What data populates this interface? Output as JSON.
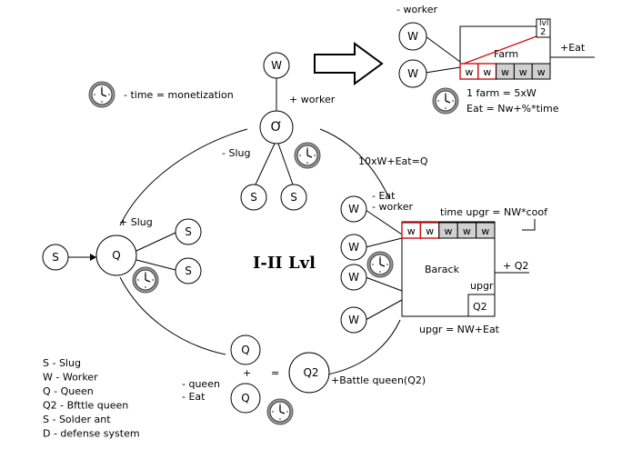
{
  "nodes": {
    "w": "W",
    "q": "Q",
    "s": "S",
    "q2": "Q2",
    "queen_symbol": "Ơ"
  },
  "farm": {
    "title": "Farm",
    "level_label": "lvl",
    "level": "2",
    "slots": [
      "w",
      "w",
      "w",
      "w",
      "w"
    ],
    "highlighted_slots": 2,
    "minus_worker": "- worker",
    "plus_eat": "+Eat",
    "formula_1": "1 farm = 5xW",
    "formula_2": "Eat = Nw+%*time"
  },
  "barrack": {
    "title": "Barack",
    "slots": [
      "w",
      "w",
      "w",
      "w",
      "w"
    ],
    "highlighted_slots": 2,
    "upgr_label": "upgr",
    "upgr_value": "Q2",
    "minus_eat": "- Eat",
    "minus_worker": "- worker",
    "time_upgr": "time upgr = NW*coof",
    "plus_q2": "+ Q2",
    "upgr_formula": "upgr = NW+Eat"
  },
  "center": {
    "plus_worker": "+ worker",
    "minus_slug": "-  Slug",
    "cost_formula": "10xW+Eat=Q"
  },
  "left": {
    "plus_slug": "+ Slug"
  },
  "bottom": {
    "minus_queen": "- queen",
    "minus_eat": "- Eat",
    "plus": "+",
    "equals": "=",
    "battle_queen": "+Battle queen(Q2)"
  },
  "title": "I-II Lvl",
  "time_legend": "- time = monetization",
  "legend": [
    "S - Slug",
    "W - Worker",
    "Q - Queen",
    "Q2 - Bfttle queen",
    "S - Solder ant",
    "D - defense system"
  ]
}
